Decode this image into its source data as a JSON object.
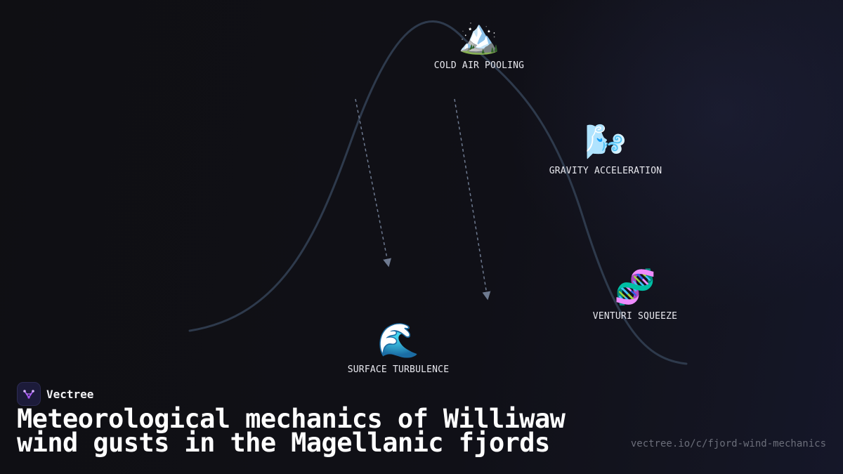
{
  "nodes": {
    "cold_air": {
      "icon": "🏔️",
      "icon_name": "snowcapped-mountain-icon",
      "label": "COLD AIR POOLING"
    },
    "gravity": {
      "icon": "🌬️",
      "icon_name": "wind-face-icon",
      "label": "GRAVITY ACCELERATION"
    },
    "venturi": {
      "icon": "🧬",
      "icon_name": "dna-helix-icon",
      "label": "VENTURI SQUEEZE"
    },
    "surface": {
      "icon": "🌊",
      "icon_name": "water-wave-icon",
      "label": "SURFACE TURBULENCE"
    }
  },
  "brand": {
    "name": "Vectree",
    "logo_icon": "vectree-logo-icon"
  },
  "title": "Meteorological mechanics of Williwaw wind gusts in the Magellanic fjords",
  "url": "vectree.io/c/fjord-wind-mechanics",
  "colors": {
    "background": "#0f0f13",
    "curve": "#2e3a4c",
    "arrow": "#6e7a90",
    "label": "#e8e8ee",
    "url": "#6b6e7a",
    "logo_accent": "#a855f7"
  }
}
